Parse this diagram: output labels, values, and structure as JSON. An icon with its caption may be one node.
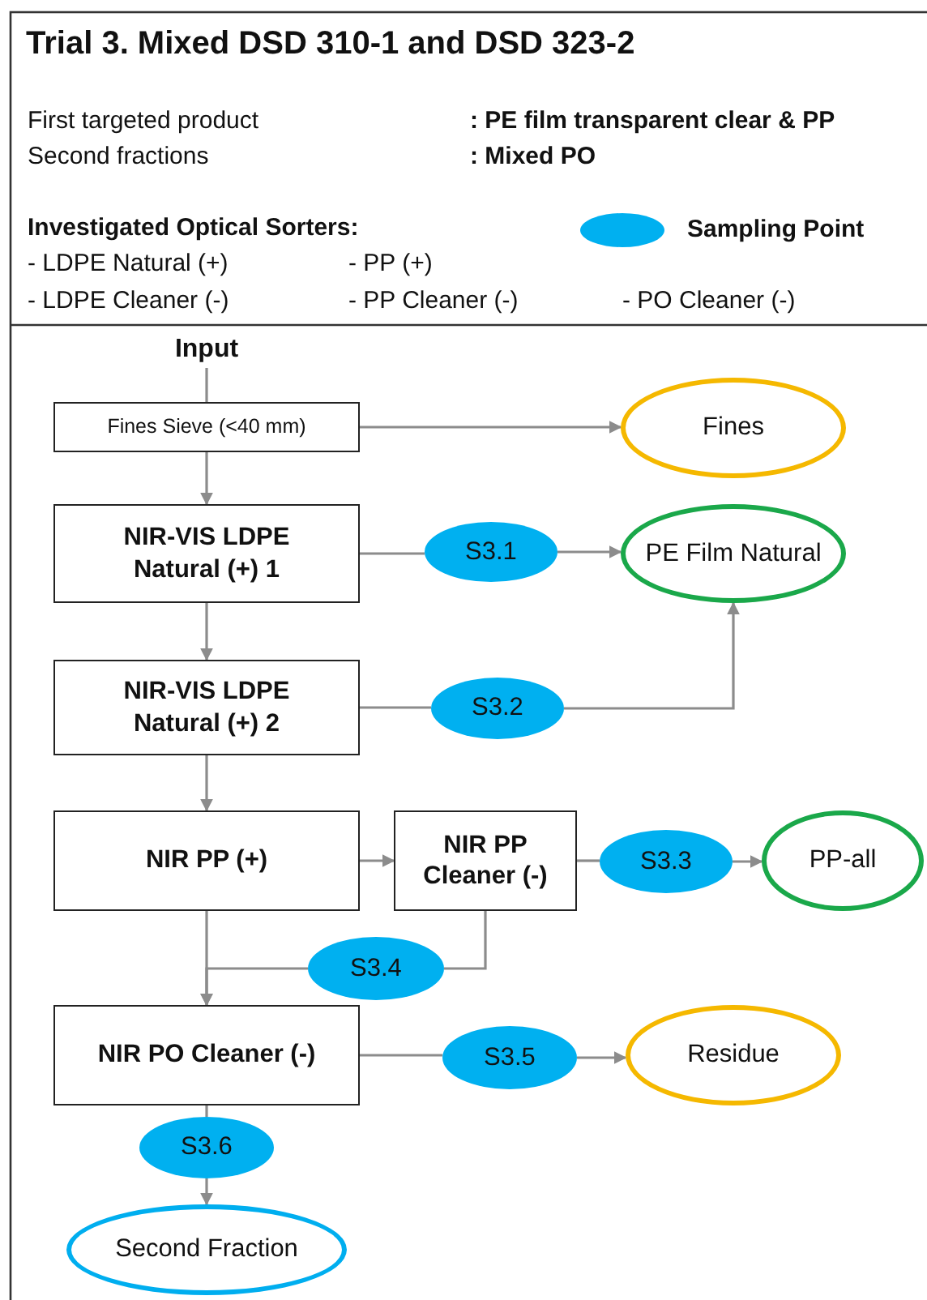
{
  "diagram": {
    "title": "Trial 3. Mixed DSD 310-1 and DSD 323-2",
    "nodes": [
      {
        "text": [
          "Input"
        ]
      },
      {
        "text": [
          "Fines Sieve (<40 mm)"
        ]
      },
      {
        "text": [
          "Fines"
        ]
      },
      {
        "text": [
          "NIR-VIS LDPE Natural (+) 1"
        ]
      },
      {
        "text": [
          "S3.1"
        ]
      },
      {
        "text": [
          "PE Film Natural"
        ]
      },
      {
        "text": [
          "NIR-VIS LDPE Natural (+) 2"
        ]
      },
      {
        "text": [
          "S3.2"
        ]
      },
      {
        "text": [
          "NIR PP (+)"
        ]
      },
      {
        "text": [
          "NIR PP Cleaner (-)"
        ]
      },
      {
        "text": [
          "S3.3"
        ]
      },
      {
        "text": [
          "PP-all"
        ]
      },
      {
        "text": [
          "S3.4"
        ]
      },
      {
        "text": [
          "NIR PO Cleaner (-)"
        ]
      },
      {
        "text": [
          "S3.5"
        ]
      },
      {
        "text": [
          "Residue"
        ]
      },
      {
        "text": [
          "S3.6"
        ]
      },
      {
        "text": [
          "Second Fraction"
        ]
      }
    ],
    "edges": [
      {
        "from": 0,
        "to": 1,
        "arrow": "none"
      },
      {
        "from": 1,
        "to": 2,
        "arrow": "to"
      },
      {
        "from": 1,
        "to": 3,
        "arrow": "to"
      },
      {
        "from": 3,
        "to": 4,
        "arrow": "none"
      },
      {
        "from": 4,
        "to": 5,
        "arrow": "to"
      },
      {
        "from": 3,
        "to": 6,
        "arrow": "to"
      },
      {
        "from": 6,
        "to": 7,
        "arrow": "none"
      },
      {
        "from": 7,
        "to": 5,
        "arrow": "to"
      },
      {
        "from": 6,
        "to": 8,
        "arrow": "to"
      },
      {
        "from": 8,
        "to": 9,
        "arrow": "to"
      },
      {
        "from": 9,
        "to": 10,
        "arrow": "none"
      },
      {
        "from": 10,
        "to": 11,
        "arrow": "to"
      },
      {
        "from": 9,
        "to": 12,
        "arrow": "none"
      },
      {
        "from": 12,
        "to": 13,
        "arrow": "to"
      },
      {
        "from": 8,
        "to": 13,
        "arrow": "to"
      },
      {
        "from": 13,
        "to": 14,
        "arrow": "none"
      },
      {
        "from": 14,
        "to": 15,
        "arrow": "to"
      },
      {
        "from": 13,
        "to": 16,
        "arrow": "none"
      },
      {
        "from": 16,
        "to": 17,
        "arrow": "to"
      }
    ],
    "labels": [
      "First targeted product",
      ": PE film transparent clear & PP",
      "Second fractions",
      ": Mixed PO",
      "Investigated Optical Sorters:",
      "- LDPE Natural (+)",
      "- PP (+)",
      "- LDPE Cleaner (-)",
      "- PP Cleaner (-)",
      "- PO Cleaner (-)"
    ],
    "legend": [
      {
        "text": "Sampling Point",
        "color": "#00b0f0"
      }
    ]
  }
}
